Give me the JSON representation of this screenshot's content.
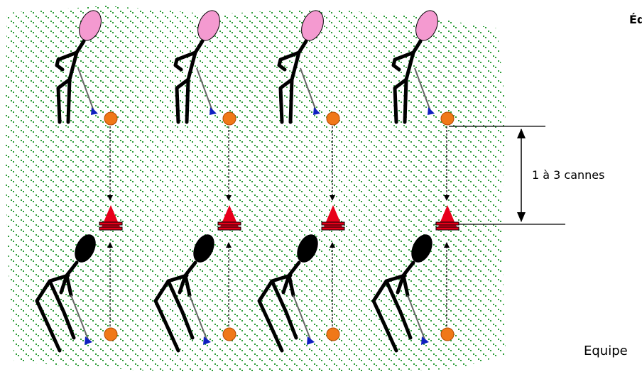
{
  "labels": {
    "top": "Éq",
    "distance": "1 à 3 cannes",
    "team_bottom": "Equipe"
  },
  "colors": {
    "field_dots": "#2e9e3a",
    "player_top_head": "#f49ad0",
    "player_bottom_head": "#000000",
    "ball": "#f07818",
    "cone": "#e8001a",
    "stick": "#000000",
    "club_head": "#1020c0"
  },
  "diagram": {
    "pairs": 4,
    "elements": [
      "field",
      "player-top",
      "player-bottom",
      "ball-top",
      "ball-bottom",
      "cone",
      "dashed-arrow-down",
      "dashed-arrow-up",
      "dimension-arrow"
    ]
  }
}
